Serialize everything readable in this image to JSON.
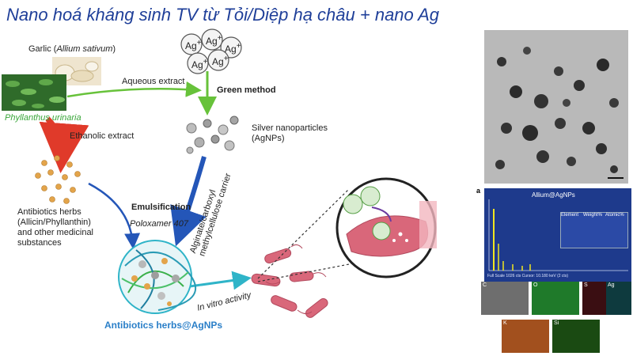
{
  "title": "Nano hoá kháng sinh TV từ Tỏi/Diệp hạ châu + nano Ag",
  "sources": {
    "garlic_prefix": "Garlic (",
    "garlic_latin": "Allium sativum",
    "garlic_suffix": ")",
    "phyllanthus": "Phyllanthus urinaria"
  },
  "ag_label": "Ag",
  "ag_charge": "+",
  "arrows": {
    "aqueous": "Aqueous extract",
    "ethanolic": "Ethanolic extract",
    "green_method": "Green method",
    "carrier_line1": "Alginate/carboxyl",
    "carrier_line2": "methylcellulose carrier",
    "emulsification": "Emulsification",
    "poloxamer": "Poloxamer 407",
    "in_vitro": "In vitro activity"
  },
  "silver_np": {
    "line1": "Silver nanoparticles",
    "line2": "(AgNPs)"
  },
  "herbs": {
    "line1": "Antibiotics herbs",
    "line2": "(Allicin/Phyllanthin)",
    "line3": "and other medicinal",
    "line4": "substances"
  },
  "product_label": "Antibiotics herbs@AgNPs",
  "edx": {
    "panel_letter": "a",
    "header": "Allium@AgNPs",
    "table_headers": [
      "Element",
      "Weight%",
      "Atomic%"
    ],
    "footer": "Full Scale 1026 cts  Cursor: 10.180 keV (2 cts)"
  },
  "maps": [
    "C",
    "O",
    "S",
    "Ag",
    "K",
    "Si"
  ],
  "colors": {
    "title": "#1f3f99",
    "green_arrow": "#67c23a",
    "red_arrow": "#e03a2a",
    "blue_arrow": "#2456b8",
    "cyan_arrow": "#2fb4c8",
    "bacteria": "#d9677a"
  }
}
